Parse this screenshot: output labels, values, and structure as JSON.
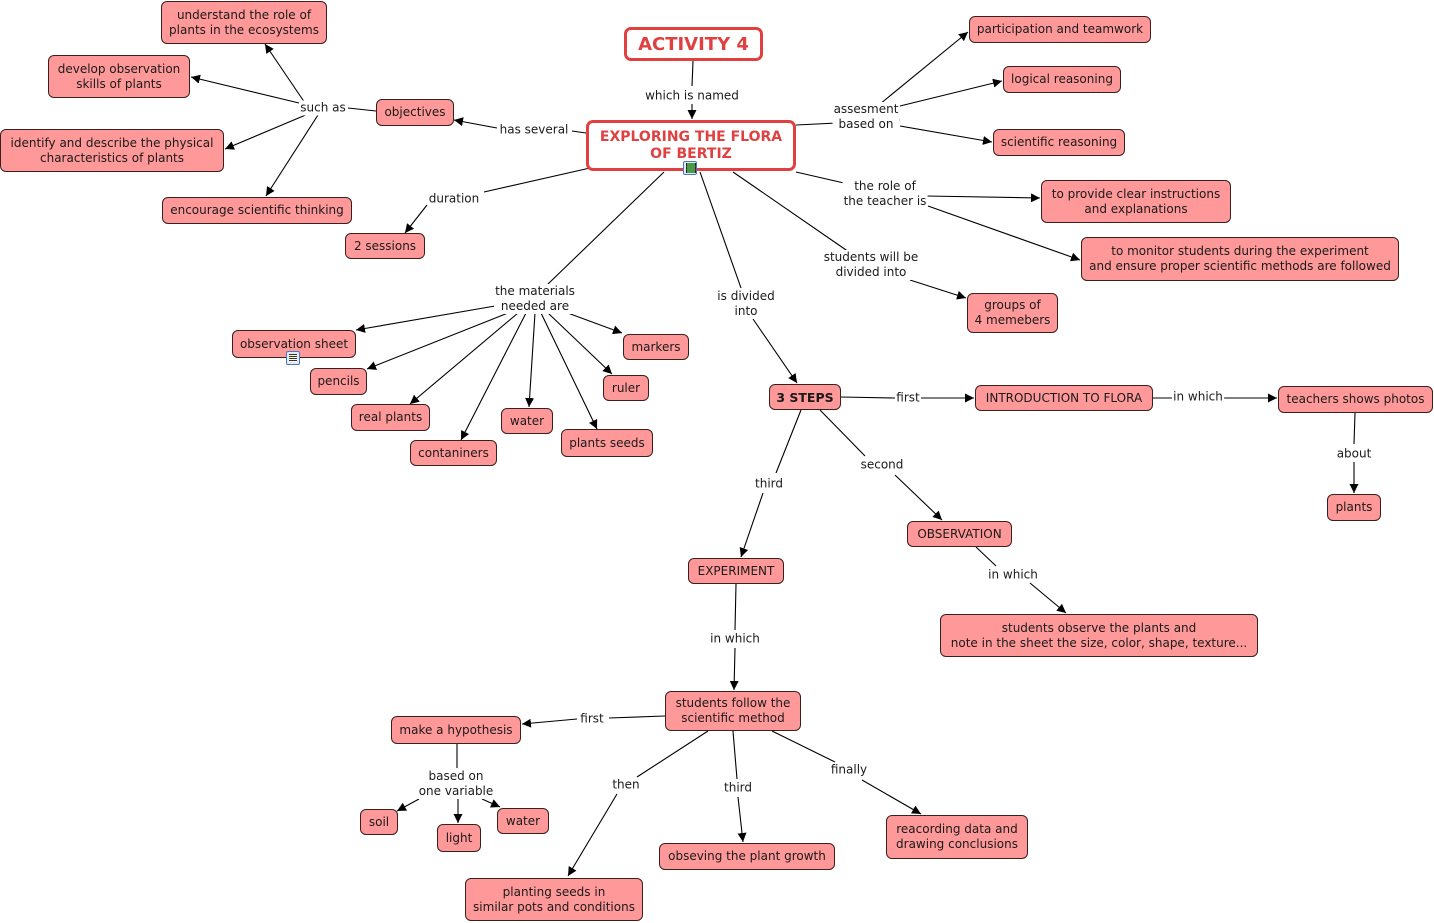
{
  "nodes": {
    "activity": "ACTIVITY 4",
    "exploring": "EXPLORING THE FLORA\nOF BERTIZ",
    "objectives": "objectives",
    "obj_ecosystems": "understand the role of\nplants in the ecosystems",
    "obj_observation": "develop observation\nskills of plants",
    "obj_identify": "identify and describe the physical\ncharacteristics of plants",
    "obj_thinking": "encourage scientific thinking",
    "sessions": "2 sessions",
    "participation": "participation and teamwork",
    "logical": "logical reasoning",
    "scientific": "scientific reasoning",
    "instructions": "to provide clear instructions\nand explanations",
    "monitor": "to monitor students during the experiment\nand ensure proper scientific methods are followed",
    "groups": "groups of\n4 memebers",
    "obs_sheet": "observation sheet",
    "markers": "markers",
    "pencils": "pencils",
    "ruler": "ruler",
    "real_plants": "real plants",
    "water_mat": "water",
    "plants_seeds": "plants seeds",
    "containers": "contaniners",
    "steps": "3 STEPS",
    "intro": "INTRODUCTION TO FLORA",
    "teacher_photos": "teachers shows photos",
    "plants": "plants",
    "observation": "OBSERVATION",
    "students_observe": "students observe the plants and\nnote in the sheet the size, color, shape, texture...",
    "experiment": "EXPERIMENT",
    "sci_method": "students follow the\nscientific method",
    "hypothesis": "make a hypothesis",
    "soil": "soil",
    "light": "light",
    "water_var": "water",
    "planting": "planting seeds in\nsimilar pots and conditions",
    "growth": "obseving the plant growth",
    "recording": "reacording data and\ndrawing conclusions"
  },
  "links": {
    "which_is_named": "which is named",
    "has_several": "has several",
    "such_as": "such as",
    "duration": "duration",
    "assessment": "assesment\nbased on",
    "role_teacher": "the role of\nthe teacher is",
    "students_divided": "students will be\ndivided into",
    "materials": "the materials\nneeded are",
    "is_divided": "is divided\ninto",
    "first": "first",
    "in_which_intro": "in which",
    "about": "about",
    "second": "second",
    "in_which_obs": "in which",
    "third": "third",
    "in_which_exp": "in which",
    "first_hyp": "first",
    "based_on": "based on\none variable",
    "then": "then",
    "third_growth": "third",
    "finally": "finally"
  },
  "resources": {
    "exploring_icon": "video-resource",
    "obs_sheet_icon": "document-resource"
  },
  "colors": {
    "node_fill": "#ff9999",
    "main_border": "#e04040",
    "line": "#000000"
  }
}
